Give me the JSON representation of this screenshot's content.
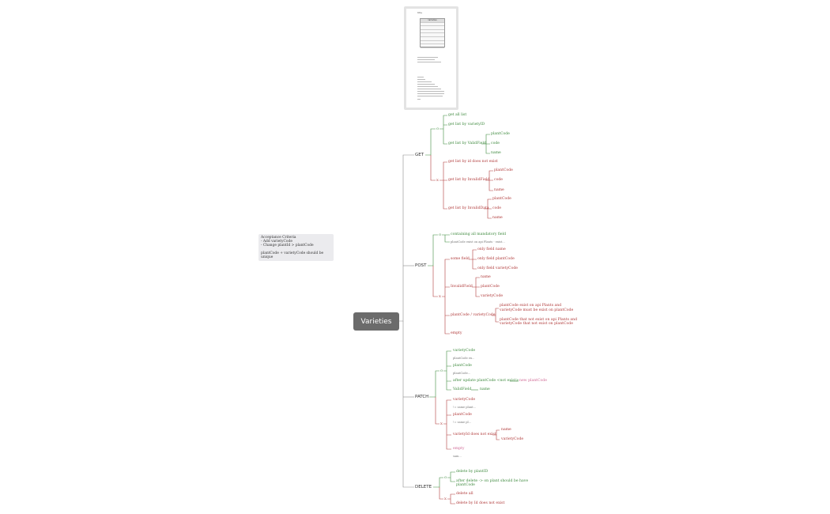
{
  "root": "Varieties",
  "note": {
    "title": "Acceptance Criteria",
    "lines": [
      "- Add varietyCode",
      "- Change plantId > plantCode"
    ],
    "rule": "plantCode + varietyCode should be unique"
  },
  "image_label": "title",
  "image_table_header": "varieties",
  "branches": {
    "get": "GET",
    "post": "POST",
    "patch": "PATCH",
    "delete": "DELETE"
  },
  "marks": {
    "ok": "O",
    "ng": "X"
  },
  "get": {
    "get_all": "get all list",
    "by_id": "get list by varietyID",
    "valid_field": "get list by ValidField",
    "valid_children": [
      "plantCode",
      "code",
      "name"
    ],
    "id_not_exist": "get list by id does not exist",
    "invalid_field": "get list by InvalidField",
    "invalid_field_children": [
      "plantCode",
      "code",
      "name"
    ],
    "invalid_data": "get list by InvalidData",
    "invalid_data_children": [
      "plantCode",
      "code",
      "name"
    ]
  },
  "post": {
    "mandatory": "containing all mandatory field",
    "mandatory_note": "plantCode exist on api Plants - exist...",
    "some_field": "some field",
    "some_children": [
      "only field name",
      "only field plantCode",
      "only field varietyCode"
    ],
    "invalid_field": "InvalidField",
    "invalid_children": [
      "name",
      "plantCode",
      "varietyCode"
    ],
    "combo": "plantCode / varietyCode",
    "combo_a1": "plantCode exist on api Plants and",
    "combo_a2": "varietyCode must be exist on plantCode",
    "combo_b1": "plantCode that not exist on api Plants and",
    "combo_b2": "varietyCode that not exist on plantCode",
    "empty": "empty"
  },
  "patch": {
    "variety_code": "varietyCode",
    "variety_note": "plantCode ex...",
    "plant_code": "plantCode",
    "plant_note": "plantCode...",
    "after_update": "after update plantCode <not exist>",
    "new_plant": "new plantCode",
    "valid_field": "ValidField",
    "valid_child": "name",
    "x_variety_code": "varietyCode",
    "x_variety_note": "!= same plant...",
    "x_plant_code": "plantCode",
    "x_plant_note": "!= same pl...",
    "not_exist": "varietyId does not exist",
    "not_exist_children": [
      "name",
      "varietyCode"
    ],
    "empty": "empty",
    "empty_note": "sam..."
  },
  "delete": {
    "by_plant": "delete by plantID",
    "after1": "after delete -> on plant should be have",
    "after2": "plantCode",
    "all": "delete all",
    "not_exist": "delete by Id does not exist"
  },
  "colors": {
    "ok": "#3f8a3f",
    "ng": "#b03a3a",
    "trunk": "#8a8a8a",
    "root": "#6b6b6b"
  }
}
